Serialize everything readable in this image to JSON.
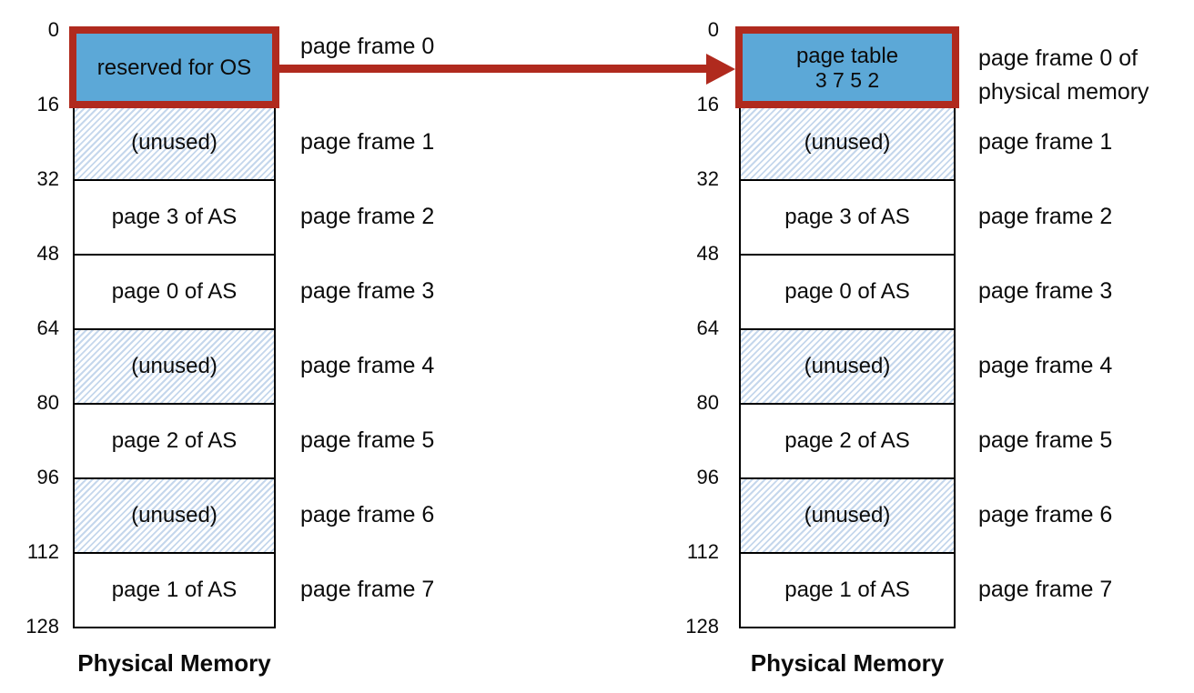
{
  "colors": {
    "highlight_fill": "#5CA8D7",
    "highlight_border": "#B02A1E",
    "hatch_stripe": "#C5D7EC",
    "text": "#0B0B0B"
  },
  "left_diagram": {
    "caption": "Physical Memory",
    "addresses": [
      "0",
      "16",
      "32",
      "48",
      "64",
      "80",
      "96",
      "112",
      "128"
    ],
    "frames": [
      {
        "content": "reserved for OS",
        "style": "highlight",
        "side_label": "page frame 0"
      },
      {
        "content": "(unused)",
        "style": "hatched",
        "side_label": "page frame 1"
      },
      {
        "content": "page 3 of AS",
        "style": "plain",
        "side_label": "page frame 2"
      },
      {
        "content": "page 0 of AS",
        "style": "plain",
        "side_label": "page frame 3"
      },
      {
        "content": "(unused)",
        "style": "hatched",
        "side_label": "page frame 4"
      },
      {
        "content": "page 2 of AS",
        "style": "plain",
        "side_label": "page frame 5"
      },
      {
        "content": "(unused)",
        "style": "hatched",
        "side_label": "page frame 6"
      },
      {
        "content": "page 1 of AS",
        "style": "plain",
        "side_label": "page frame 7"
      }
    ]
  },
  "right_diagram": {
    "caption": "Physical Memory",
    "addresses": [
      "0",
      "16",
      "32",
      "48",
      "64",
      "80",
      "96",
      "112",
      "128"
    ],
    "frames": [
      {
        "content": "page table",
        "content_line2": "3 7 5 2",
        "style": "highlight",
        "side_label": "page frame 0 of",
        "side_label_line2": "physical memory"
      },
      {
        "content": "(unused)",
        "style": "hatched",
        "side_label": "page frame 1"
      },
      {
        "content": "page 3 of AS",
        "style": "plain",
        "side_label": "page frame 2"
      },
      {
        "content": "page 0 of AS",
        "style": "plain",
        "side_label": "page frame 3"
      },
      {
        "content": "(unused)",
        "style": "hatched",
        "side_label": "page frame 4"
      },
      {
        "content": "page 2 of AS",
        "style": "plain",
        "side_label": "page frame 5"
      },
      {
        "content": "(unused)",
        "style": "hatched",
        "side_label": "page frame 6"
      },
      {
        "content": "page 1 of AS",
        "style": "plain",
        "side_label": "page frame 7"
      }
    ]
  }
}
